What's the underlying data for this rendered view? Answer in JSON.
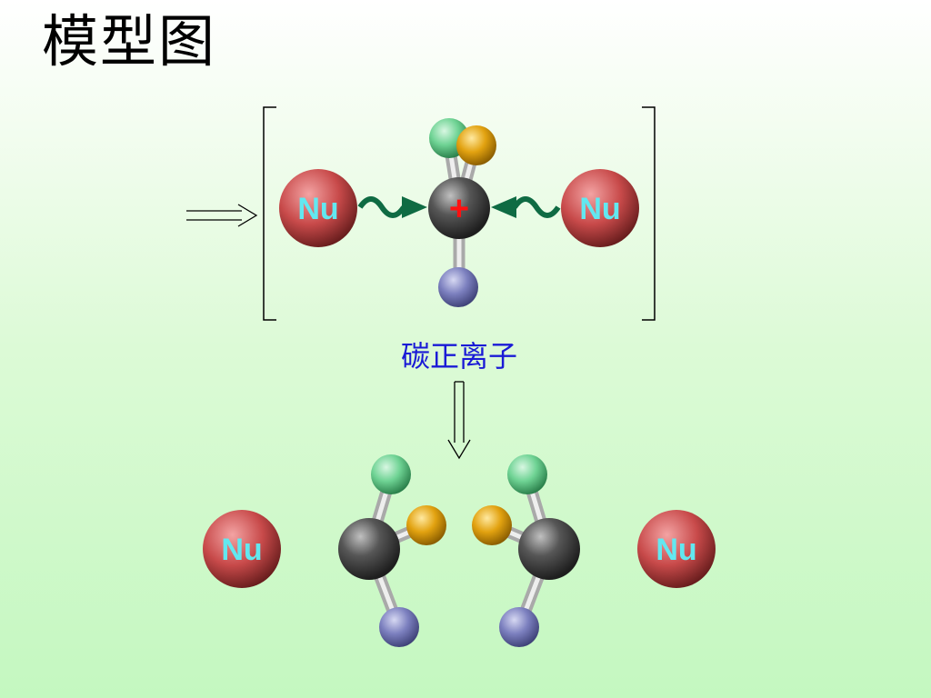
{
  "title": "模型图",
  "caption": "碳正离子",
  "labels": {
    "nucleophile_top_left": "Nu",
    "nucleophile_top_right": "Nu",
    "nucleophile_bottom_left": "Nu",
    "nucleophile_bottom_right": "Nu",
    "carbocation_charge": "+"
  },
  "colors": {
    "title_text": "#000000",
    "caption_text": "#1a1ad6",
    "nu_atom": "#c84a4a",
    "nu_label": "#62e8f0",
    "carbon_atom": "#4a4a4a",
    "green_atom": "#6fd394",
    "yellow_atom": "#e2a210",
    "blue_atom": "#7c80bf",
    "attack_arrow": "#0f6b43",
    "charge": "#ff1010",
    "background_top": "#ffffff",
    "background_bottom": "#c4f8c0"
  }
}
